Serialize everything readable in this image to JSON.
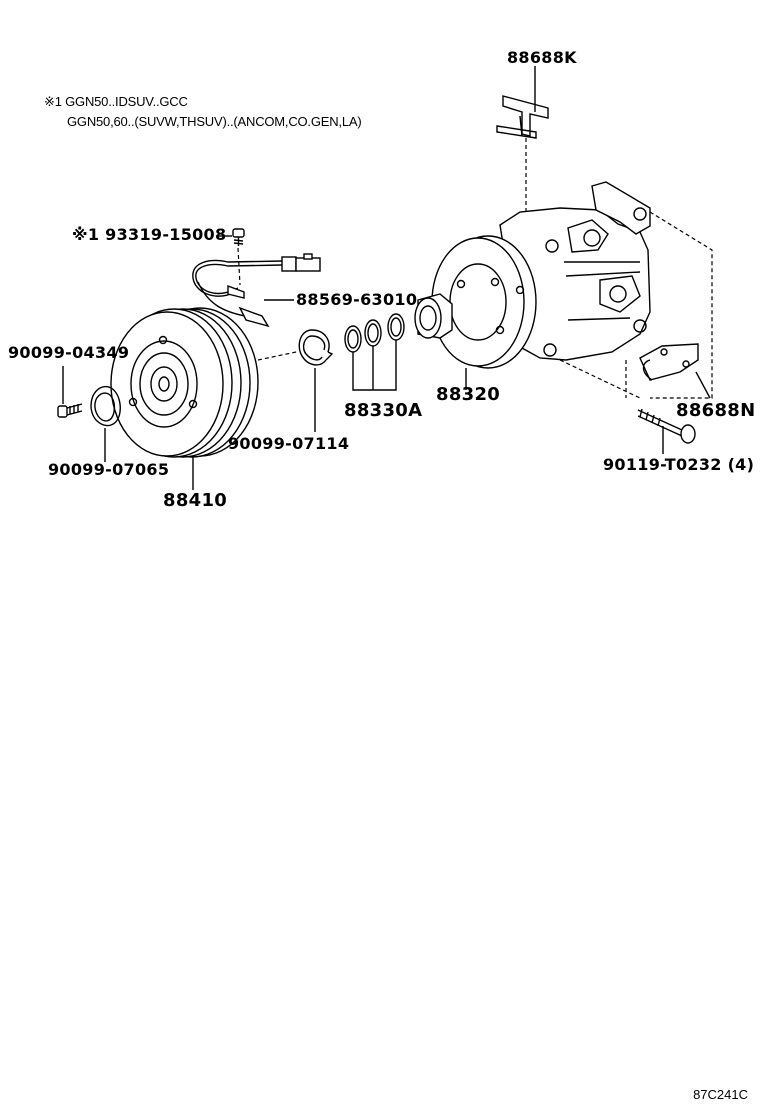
{
  "notes": {
    "line1": "※1 GGN50..IDSUV..GCC",
    "line2": "GGN50,60..(SUVW,THSUV)..(ANCOM,CO.GEN,LA)"
  },
  "parts": {
    "bracket_upper": "88688K",
    "bolt_sensor": "※1 93319-15008",
    "sensor": "88569-63010",
    "bolt_front": "90099-04349",
    "shim": "90099-07065",
    "clutch": "88410",
    "snap_ring": "90099-07114",
    "orings": "88330A",
    "compressor": "88320",
    "bracket_lower": "88688N",
    "bolt_mount": "90119-T0232 (4)"
  },
  "diagram_code": "87C241C"
}
